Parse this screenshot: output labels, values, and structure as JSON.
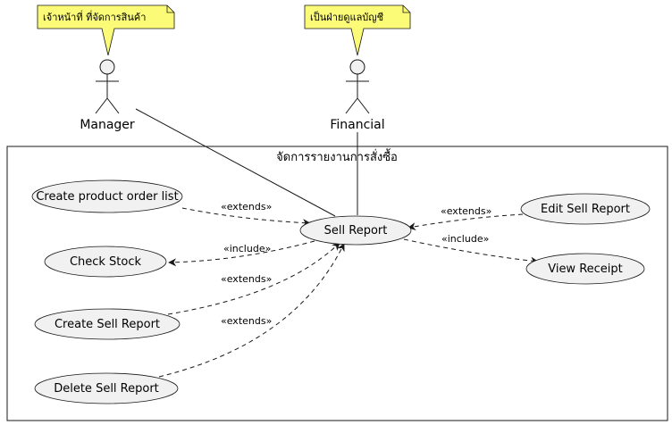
{
  "diagram": {
    "system": {
      "title": "จัดการรายงานการสั่งซื้อ"
    },
    "actors": [
      {
        "label": "Manager",
        "note": "เจ้าหน้าที่ ที่จัดการสินค้า"
      },
      {
        "label": "Financial",
        "note": "เป็นฝ่ายดูแลบัญชี"
      }
    ],
    "usecases": {
      "sell_report": "Sell Report",
      "create_product_order_list": "Create product order list",
      "check_stock": "Check Stock",
      "create_sell_report": "Create Sell Report",
      "delete_sell_report": "Delete Sell Report",
      "edit_sell_report": "Edit Sell Report",
      "view_receipt": "View Receipt"
    },
    "relations": {
      "create_order_extends": "«extends»",
      "check_stock_include": "«include»",
      "create_sell_extends": "«extends»",
      "delete_sell_extends": "«extends»",
      "edit_sell_extends": "«extends»",
      "view_receipt_include": "«include»"
    },
    "colors": {
      "usecase_fill": "#f1f1f1",
      "note_fill": "#fbfb77",
      "line": "#181818"
    }
  }
}
